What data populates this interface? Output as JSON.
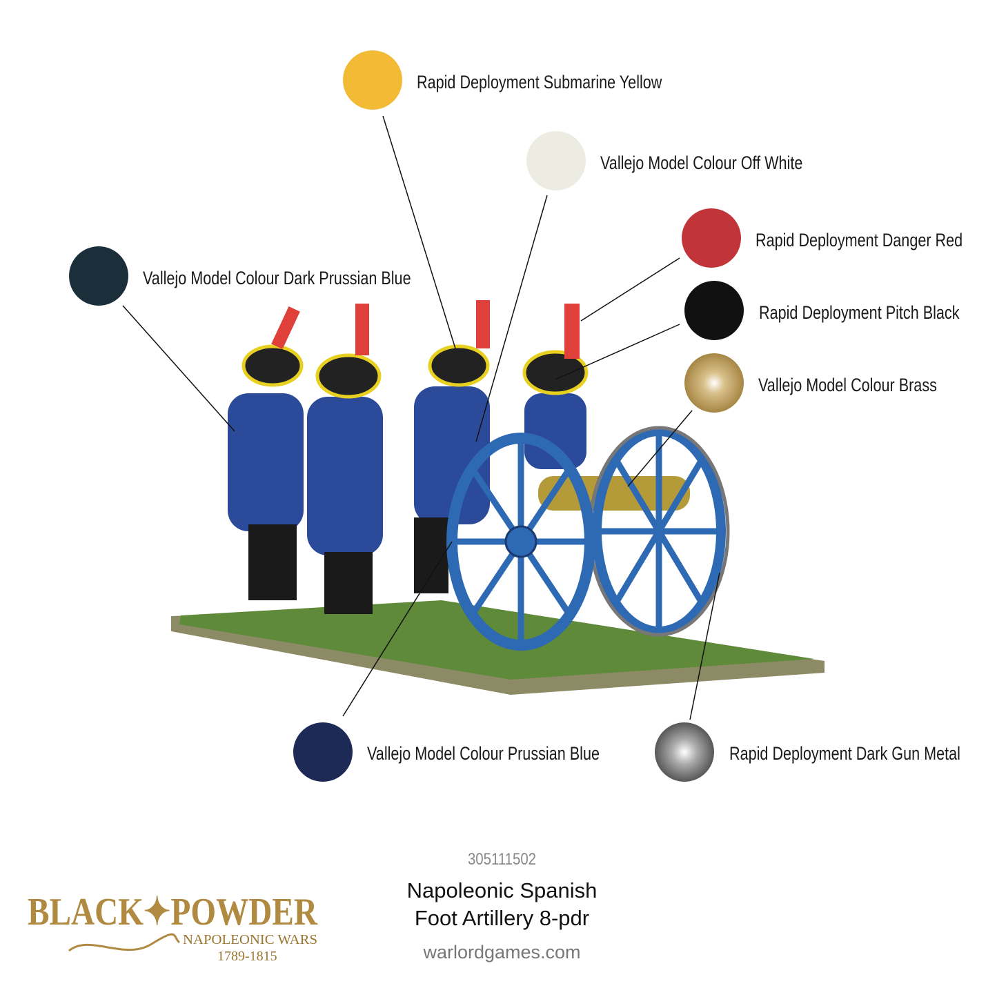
{
  "paints": [
    {
      "name": "Rapid Deployment Submarine Yellow",
      "color": "#F2BA35"
    },
    {
      "name": "Vallejo Model Colour Off White",
      "color": "#EDECE2"
    },
    {
      "name": "Rapid Deployment Danger Red",
      "color": "#C1353A"
    },
    {
      "name": "Rapid Deployment Pitch Black",
      "color": "#111111"
    },
    {
      "name": "Vallejo Model Colour Brass",
      "color": "#9C7A36"
    },
    {
      "name": "Vallejo Model Colour Dark Prussian Blue",
      "color": "#1B2F3B"
    },
    {
      "name": "Vallejo Model Colour Prussian Blue",
      "color": "#1C2A55"
    },
    {
      "name": "Rapid Deployment Dark Gun Metal",
      "color": "#4A4A4A"
    }
  ],
  "product": {
    "sku": "305111502",
    "title_line1": "Napoleonic Spanish",
    "title_line2": "Foot Artillery 8-pdr",
    "website": "warlordgames.com"
  },
  "logo": {
    "brand": "BLACK POWDER",
    "subtitle": "NAPOLEONIC WARS",
    "years": "1789-1815"
  }
}
